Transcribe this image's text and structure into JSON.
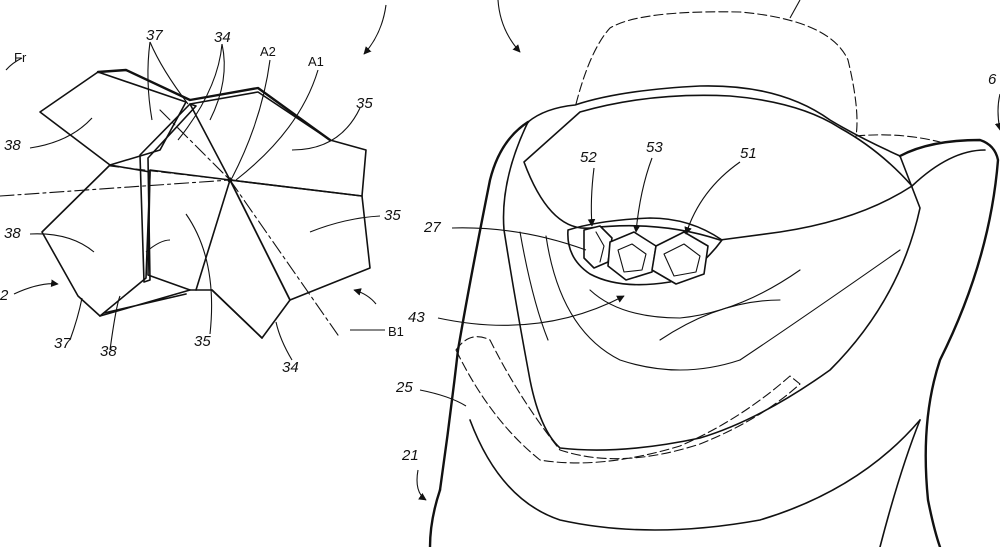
{
  "left_view": {
    "labels": {
      "fr": "Fr",
      "n37a": "37",
      "n34a": "34",
      "a2": "A2",
      "a1": "A1",
      "n35a": "35",
      "n38a": "38",
      "n35b": "35",
      "n38b": "38",
      "n2": "2",
      "n37b": "37",
      "n38c": "38",
      "n35c": "35",
      "n34b": "34",
      "b1": "B1"
    }
  },
  "right_view": {
    "labels": {
      "n52": "52",
      "n53": "53",
      "n51": "51",
      "n27": "27",
      "n43": "43",
      "n25": "25",
      "n21": "21",
      "n6": "6"
    }
  }
}
